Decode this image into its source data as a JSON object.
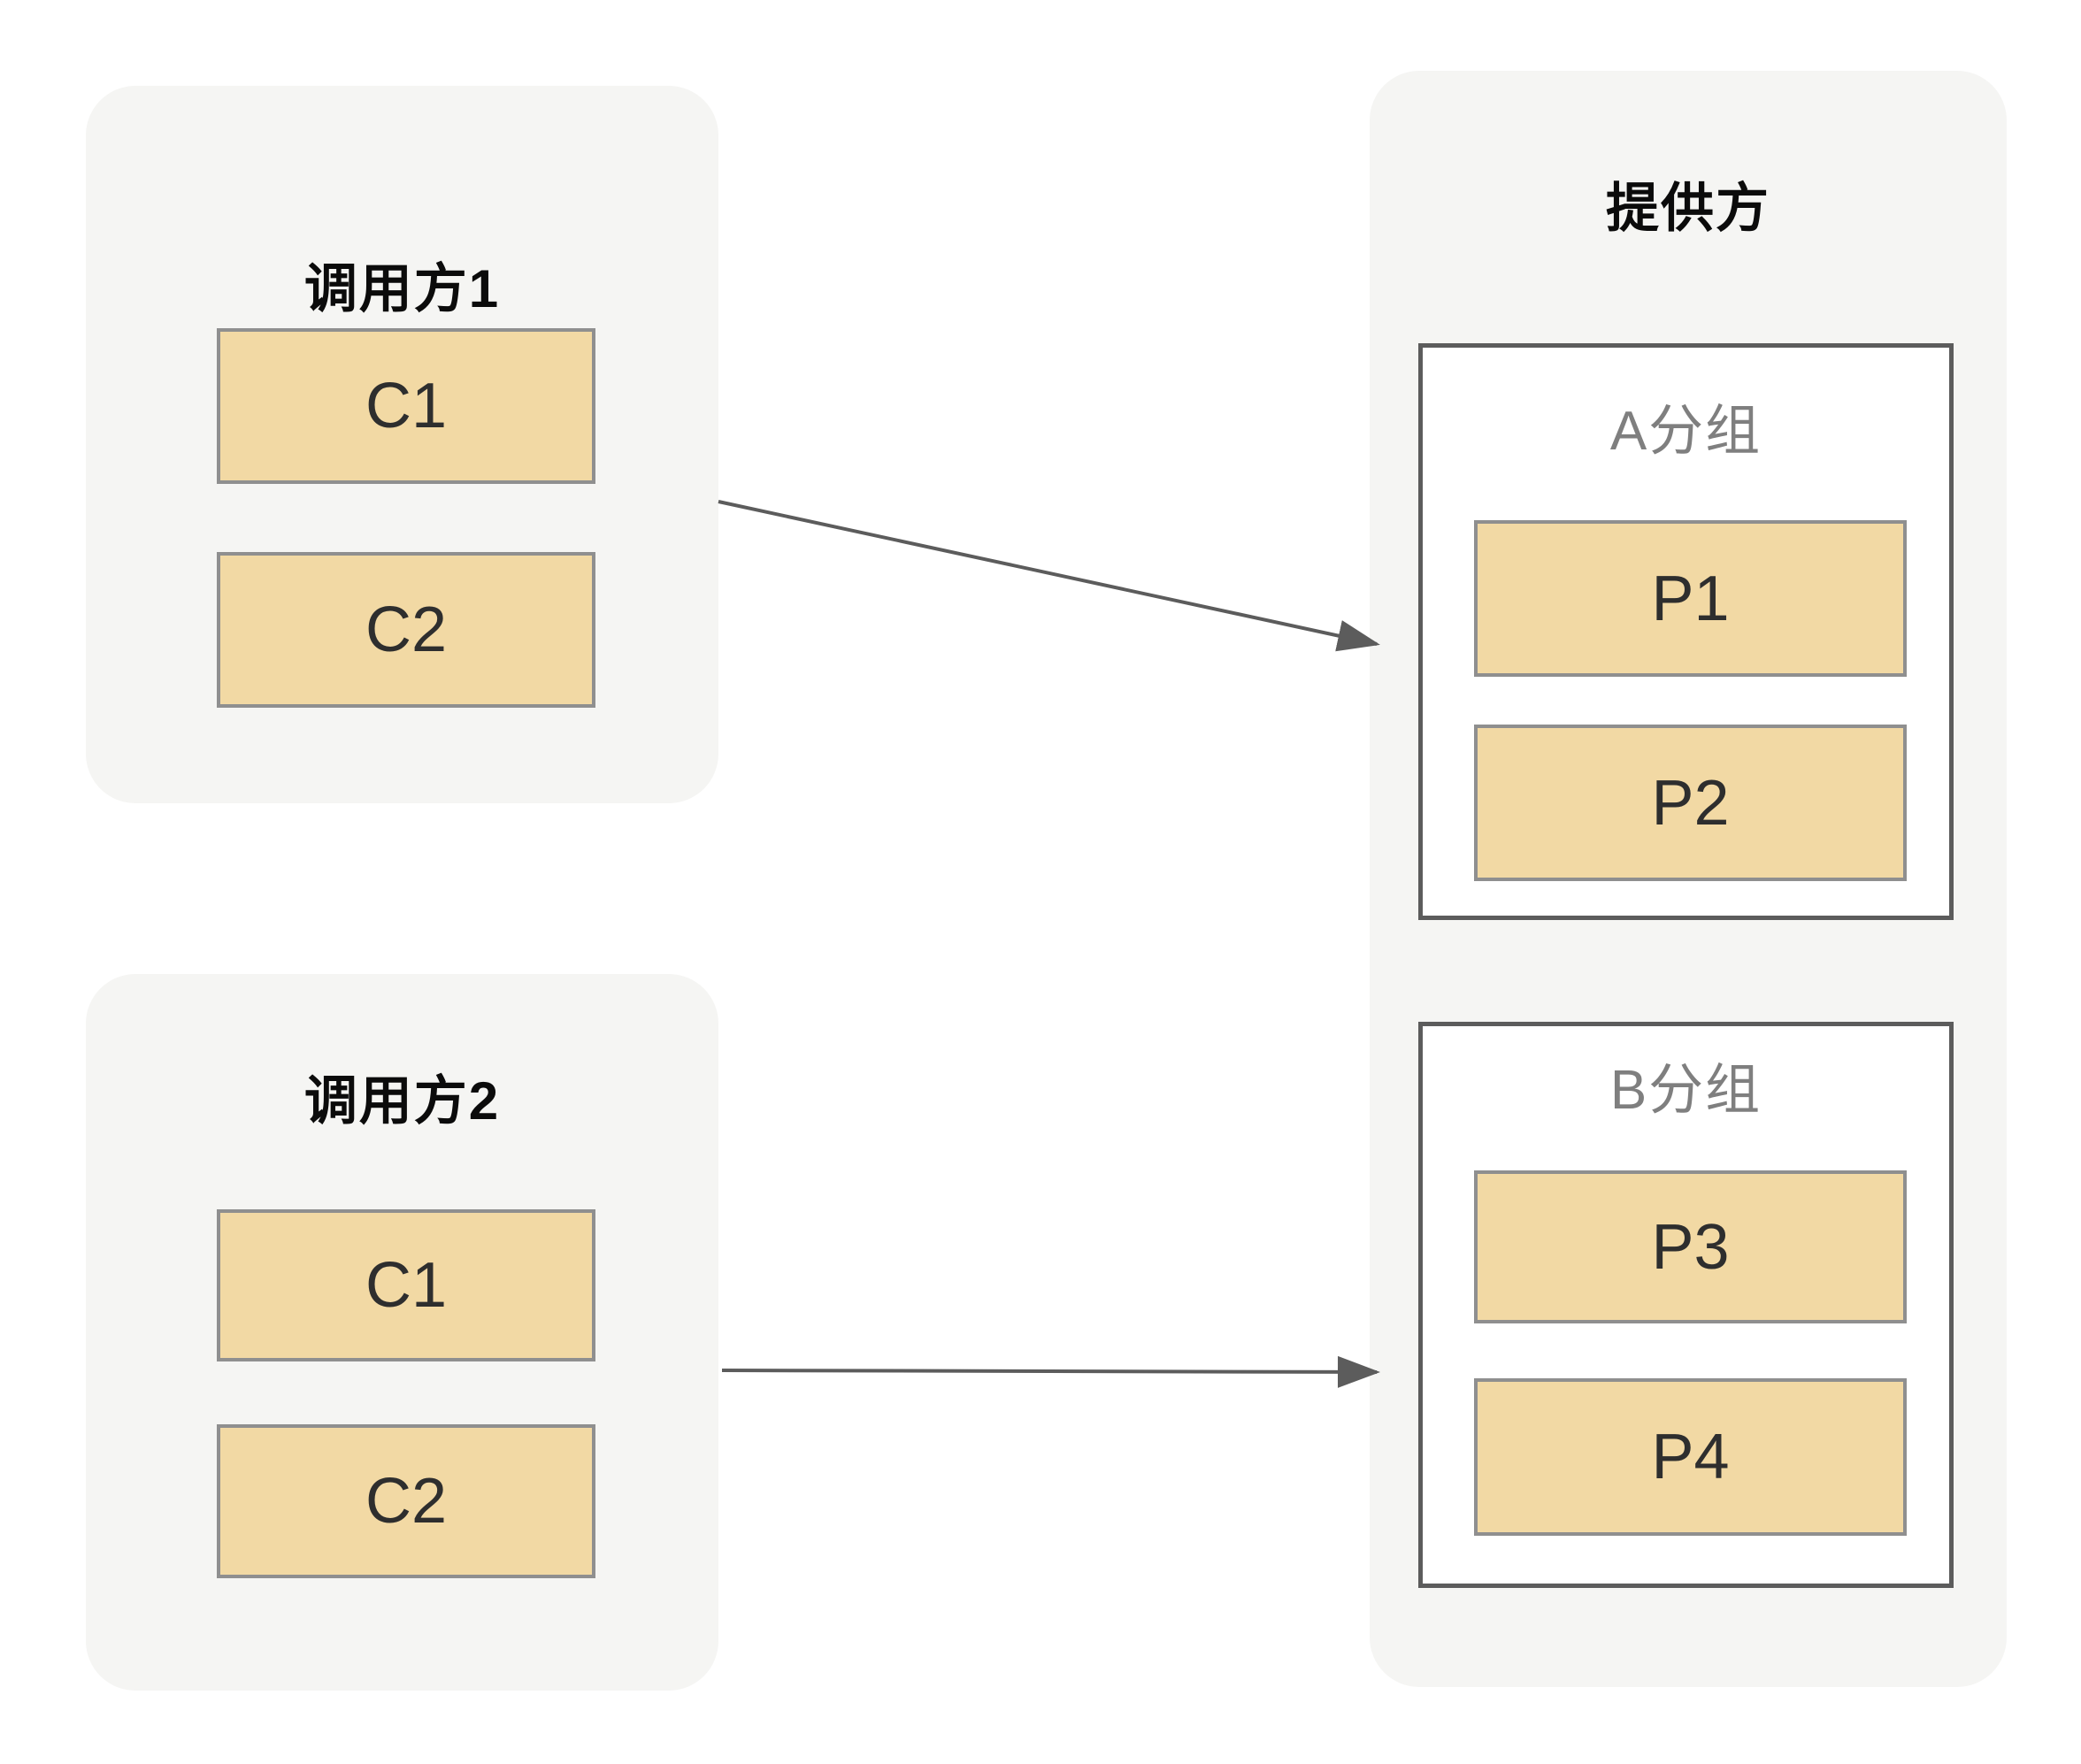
{
  "diagram": {
    "callers": [
      {
        "title": "调用方1",
        "items": [
          {
            "label": "C1"
          },
          {
            "label": "C2"
          }
        ]
      },
      {
        "title": "调用方2",
        "items": [
          {
            "label": "C1"
          },
          {
            "label": "C2"
          }
        ]
      }
    ],
    "provider": {
      "title": "提供方",
      "groups": [
        {
          "label": "A分组",
          "items": [
            {
              "label": "P1"
            },
            {
              "label": "P2"
            }
          ]
        },
        {
          "label": "B分组",
          "items": [
            {
              "label": "P3"
            },
            {
              "label": "P4"
            }
          ]
        }
      ]
    },
    "arrows": [
      {
        "from": "调用方1",
        "to": "A分组"
      },
      {
        "from": "调用方2",
        "to": "B分组"
      }
    ],
    "colors": {
      "canvas_bg": "#FFFFFF",
      "container_fill": "#F5F5F3",
      "node_fill": "#F2D9A4",
      "node_border": "#8F8F8F",
      "node_text": "#2E2E2E",
      "group_border": "#5C5C5C",
      "group_fill": "#FFFFFF",
      "group_label_text": "#7F7F7F",
      "title_text": "#0B0B0B",
      "arrow_stroke": "#5C5C5C"
    }
  }
}
